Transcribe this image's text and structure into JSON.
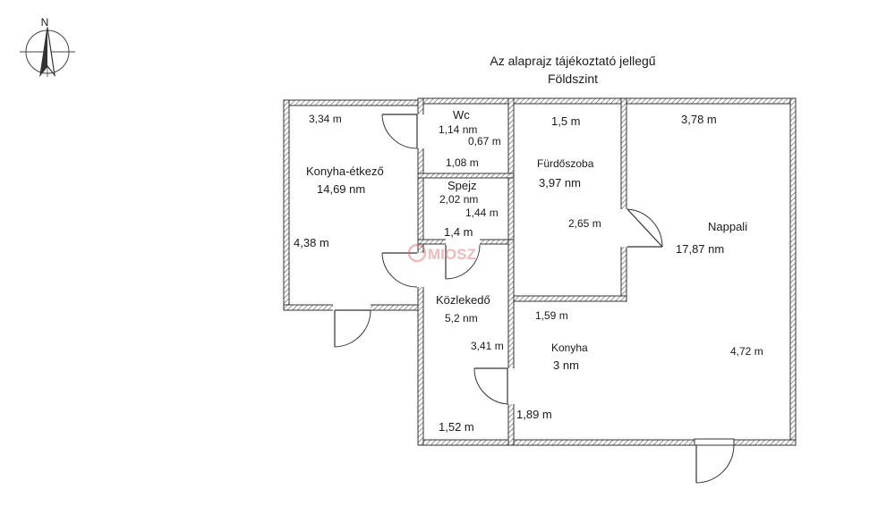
{
  "header": {
    "line1": "Az alaprajz tájékoztató jellegű",
    "line2": "Földszint"
  },
  "compass": {
    "north_label": "N"
  },
  "watermark": {
    "text": "MIOSZ"
  },
  "rooms": {
    "konyha_etkezo": {
      "name": "Konyha-étkező",
      "area": "14,69 nm",
      "width": "3,34 m",
      "height": "4,38 m"
    },
    "wc": {
      "name": "Wc",
      "area": "1,14 nm",
      "dim1": "0,67 m",
      "dim2": "1,08 m"
    },
    "spejz": {
      "name": "Spejz",
      "area": "2,02 nm",
      "dim1": "1,44 m",
      "dim2": "1,4 m"
    },
    "furdoszoba": {
      "name": "Fürdőszoba",
      "area": "3,97 nm",
      "width": "1,5 m",
      "height": "2,65 m"
    },
    "nappali": {
      "name": "Nappali",
      "area": "17,87 nm",
      "width": "3,78 m",
      "height": "4,72 m"
    },
    "kozlekedo": {
      "name": "Közlekedő",
      "area": "5,2 nm",
      "height": "3,41 m",
      "width": "1,52 m"
    },
    "konyha": {
      "name": "Konyha",
      "area": "3 nm",
      "width": "1,59 m",
      "height": "1,89 m"
    }
  }
}
